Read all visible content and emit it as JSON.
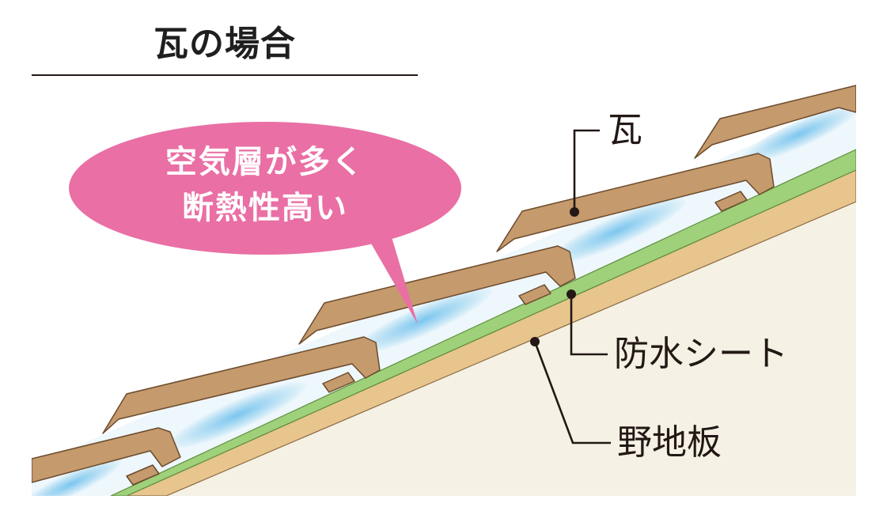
{
  "title": "瓦の場合",
  "callout": {
    "line1": "空気層が多く",
    "line2": "断熱性高い"
  },
  "labels": {
    "tile": "瓦",
    "waterproof_sheet": "防水シート",
    "sheathing_board": "野地板"
  },
  "colors": {
    "tile": "#c59a6c",
    "waterproof_sheet": "#9fd07a",
    "sheathing_board": "#e7c58d",
    "air_layer": "#9dd4f1",
    "wall": "#f5f1e4",
    "callout": "#e96fa4",
    "leader": "#231815"
  }
}
